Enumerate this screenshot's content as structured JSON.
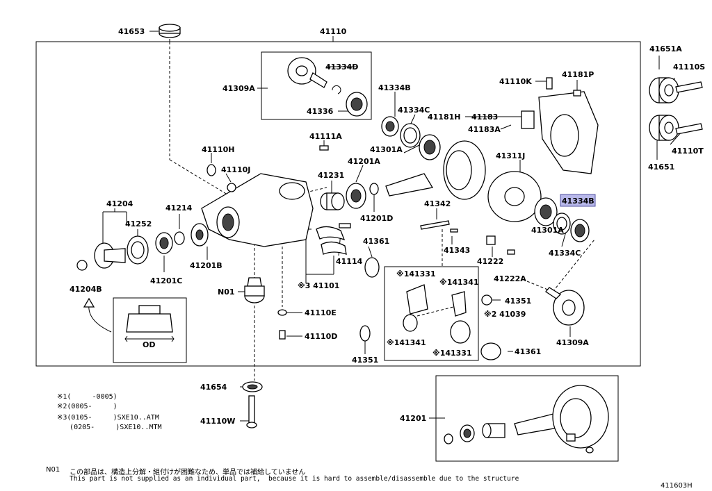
{
  "diagram_code": "411603H",
  "labels": {
    "l41653": "41653",
    "l41110": "41110",
    "l41651A": "41651A",
    "l41110S": "41110S",
    "l41309A_top": "41309A",
    "l41334D": "41334D",
    "l41336": "41336",
    "l41334B_top": "41334B",
    "l41334C_top": "41334C",
    "l41181H": "41181H",
    "l41183": "41183",
    "l41183A": "41183A",
    "l41110K": "41110K",
    "l41181P": "41181P",
    "l41110T": "41110T",
    "l41651": "41651",
    "l41111A": "41111A",
    "l41110H": "41110H",
    "l41110J": "41110J",
    "l41301A_top": "41301A",
    "l41201A": "41201A",
    "l41231": "41231",
    "l41311J": "41311J",
    "l41334B_hl": "41334B",
    "l41204": "41204",
    "l41214": "41214",
    "l41252": "41252",
    "l41201D": "41201D",
    "l41342": "41342",
    "l41301A_mid": "41301A",
    "l41334C_mid": "41334C",
    "l41361_a": "41361",
    "l41343": "41343",
    "l41222": "41222",
    "l41114": "41114",
    "l41201B": "41201B",
    "l41201C": "41201C",
    "l41204B": "41204B",
    "l41101": "※3 41101",
    "l141331_a": "※141331",
    "l141341_a": "※141341",
    "l41222A": "41222A",
    "lN01": "N01",
    "l41351_r": "41351",
    "l41039": "※2 41039",
    "l41110E": "41110E",
    "l41110D": "41110D",
    "l41309A_mid": "41309A",
    "l141341_b": "※141341",
    "l141331_b": "※141331",
    "l41361_b": "41361",
    "l41351_b": "41351",
    "l41654": "41654",
    "l41110W": "41110W",
    "l41201": "41201",
    "od": "OD"
  },
  "notes": {
    "n1": "※1(     -0005)",
    "n2": "※2(0005-     )",
    "n3": "※3(0105-     )SXE10..ATM",
    "n4": "   (0205-     )SXE10..MTM"
  },
  "footer": {
    "code": "N01",
    "jp": "この部品は、構造上分解・組付けが困難なため、単品では補給していません",
    "en": "This part is not supplied as an individual part,  because it is hard to assemble/disassemble due to the structure"
  }
}
